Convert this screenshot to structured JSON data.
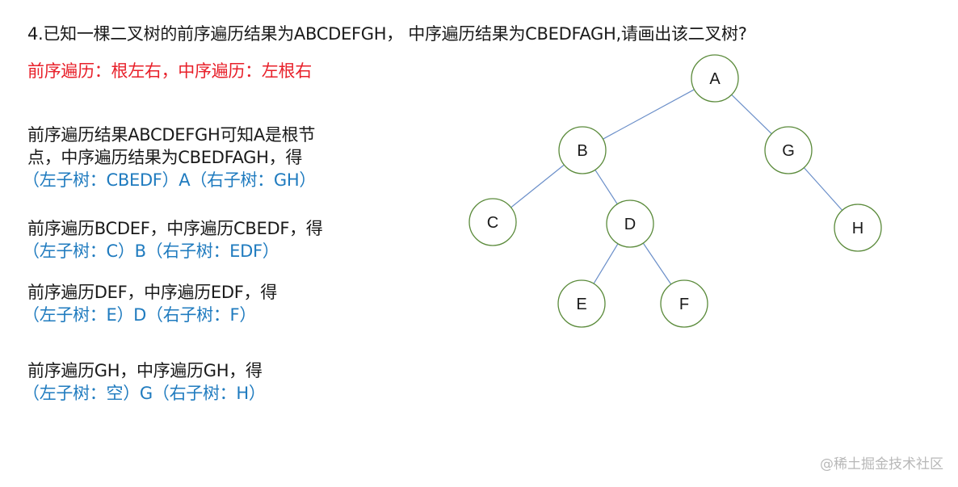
{
  "question": "4.已知一棵二叉树的前序遍历结果为ABCDEFGH， 中序遍历结果为CBEDFAGH,请画出该二叉树?",
  "rule": "前序遍历：根左右，中序遍历：左根右",
  "steps": [
    {
      "lines": [
        "前序遍历结果ABCDEFGH可知A是根节",
        "点，中序遍历结果为CBEDFAGH，得"
      ],
      "result": "（左子树：CBEDF）A（右子树：GH）"
    },
    {
      "lines": [
        "前序遍历BCDEF，中序遍历CBEDF，得"
      ],
      "result": "（左子树：C）B（右子树：EDF）"
    },
    {
      "lines": [
        "前序遍历DEF，中序遍历EDF，得"
      ],
      "result": "（左子树：E）D（右子树：F）"
    },
    {
      "lines": [
        "前序遍历GH，中序遍历GH，得"
      ],
      "result": "（左子树：空）G（右子树：H）"
    }
  ],
  "tree": {
    "nodes": [
      "A",
      "B",
      "G",
      "C",
      "D",
      "H",
      "E",
      "F"
    ],
    "edges": [
      [
        "A",
        "B"
      ],
      [
        "A",
        "G"
      ],
      [
        "B",
        "C"
      ],
      [
        "B",
        "D"
      ],
      [
        "G",
        "H"
      ],
      [
        "D",
        "E"
      ],
      [
        "D",
        "F"
      ]
    ]
  },
  "watermark": "@稀土掘金技术社区"
}
